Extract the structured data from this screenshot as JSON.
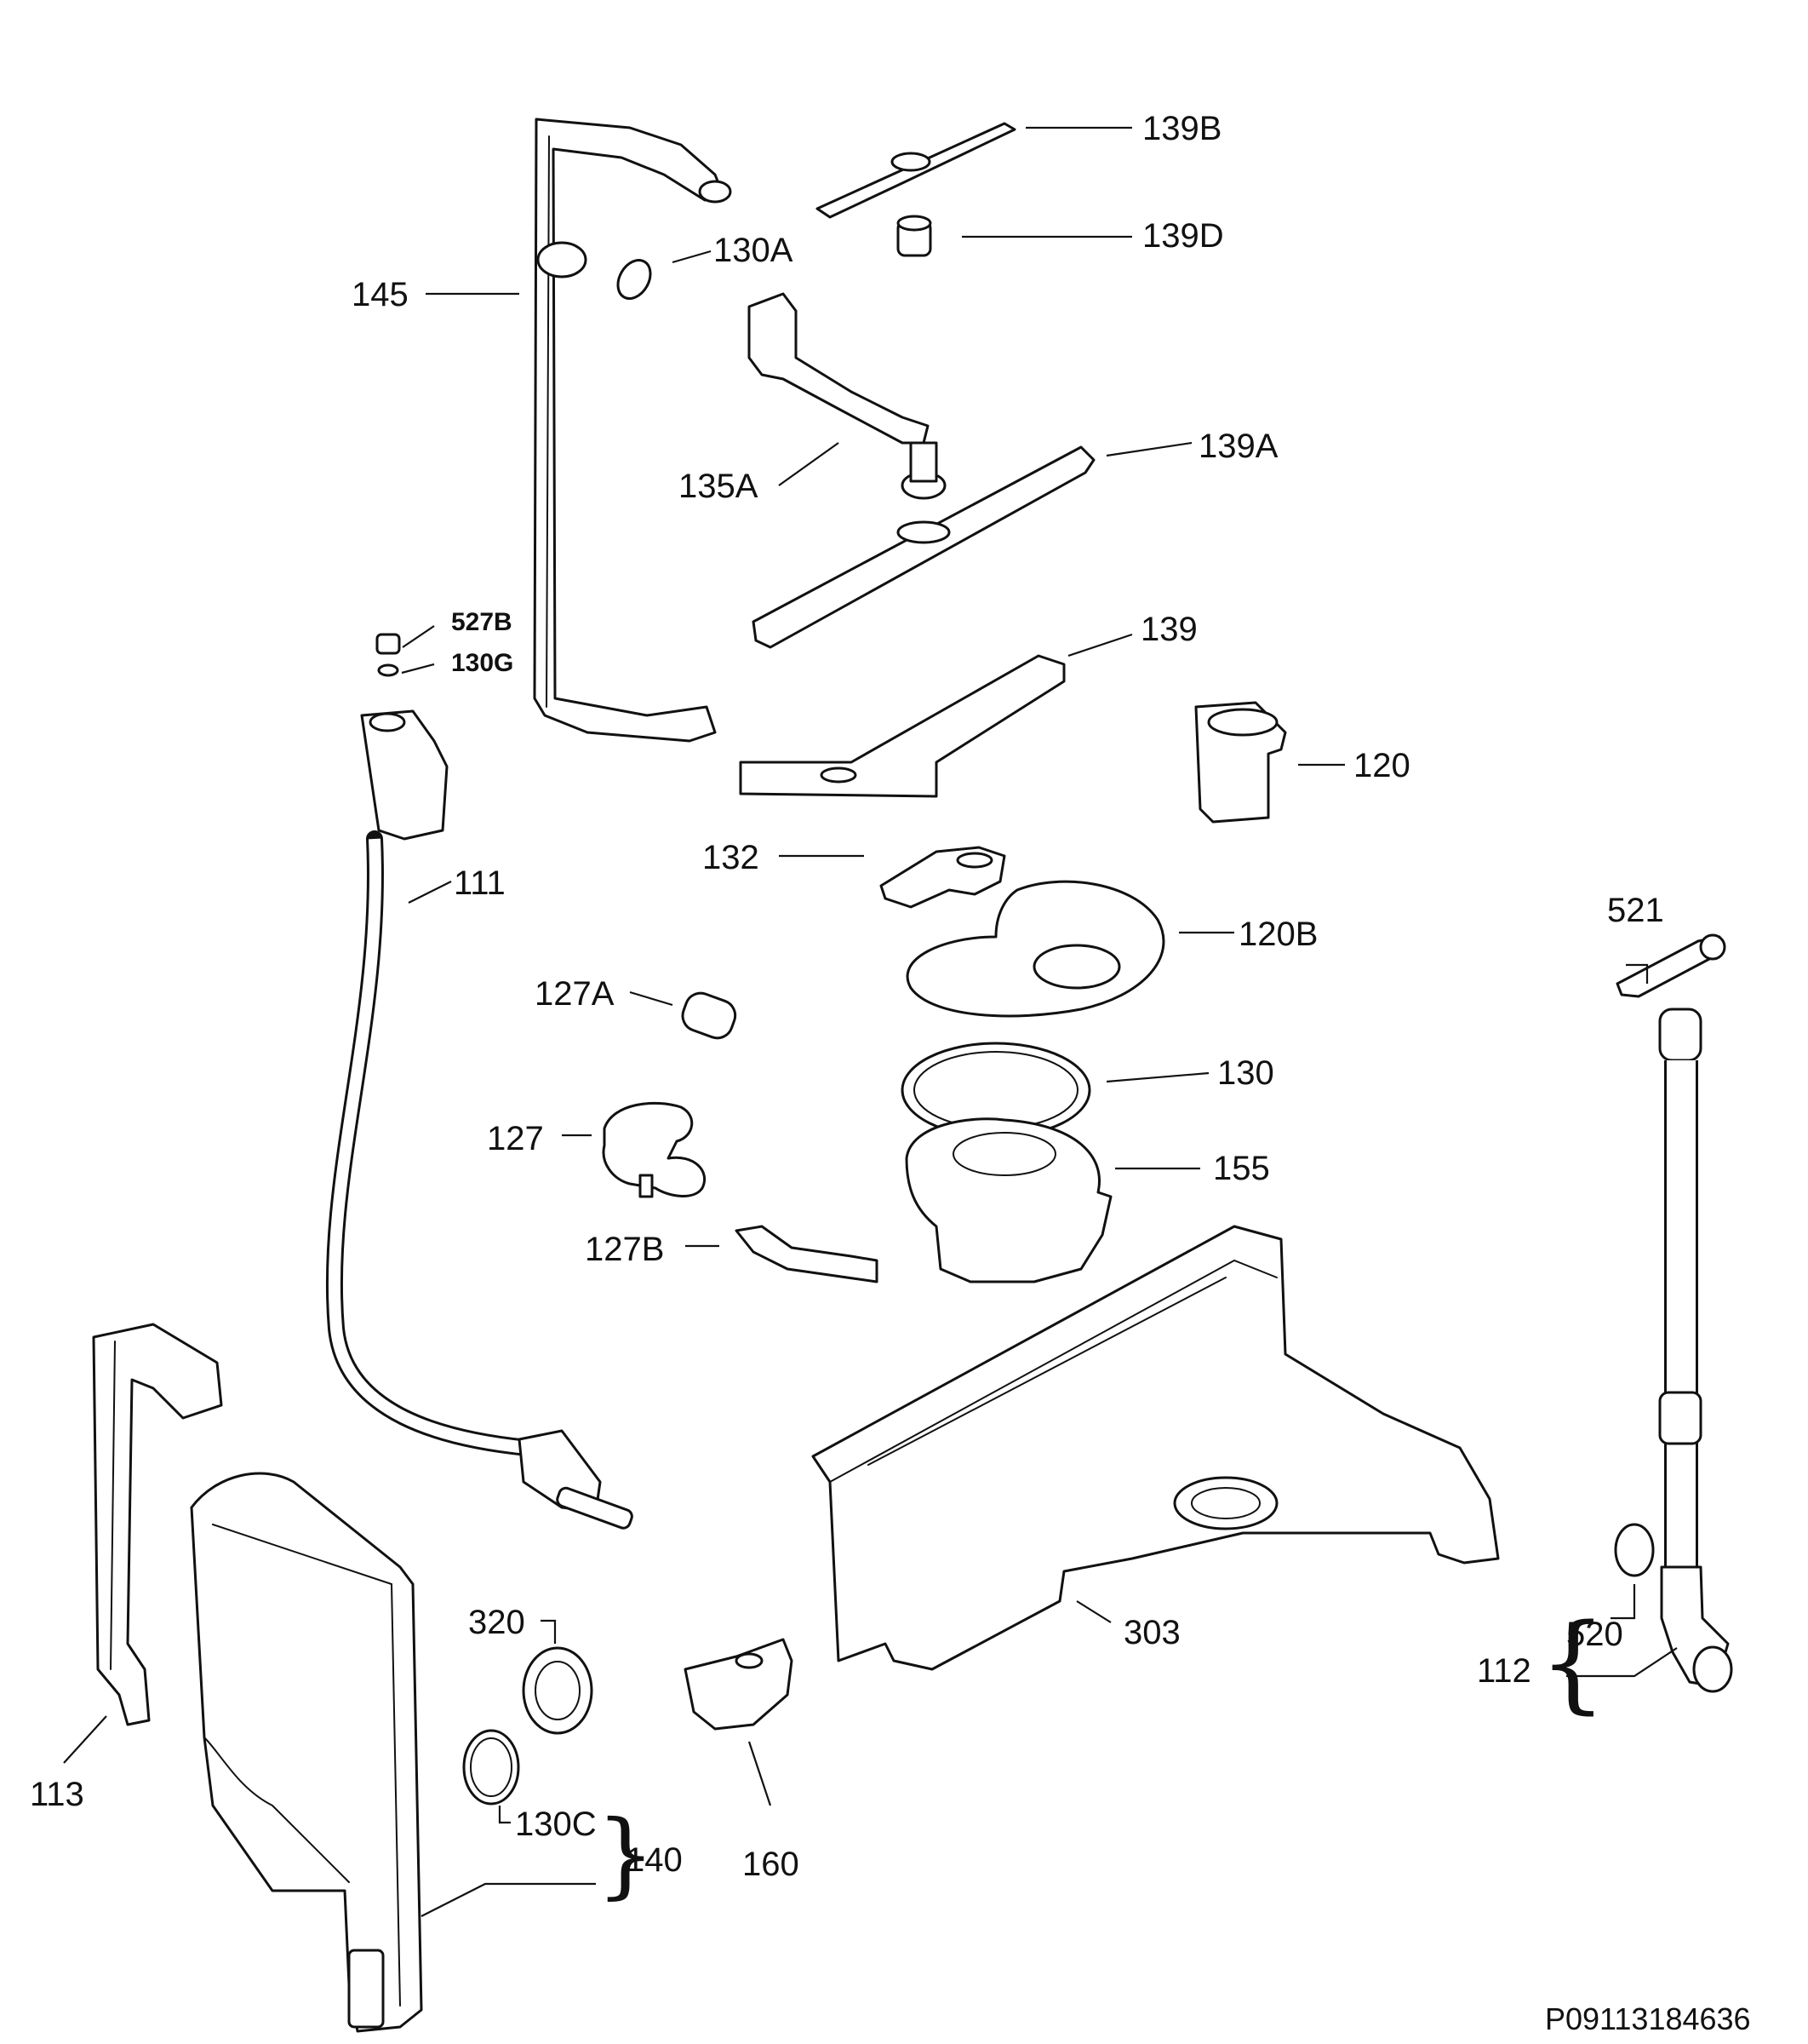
{
  "labels": {
    "p139B": "139B",
    "p139D": "139D",
    "p130A": "130A",
    "p145": "145",
    "p135A": "135A",
    "p139A": "139A",
    "p527B": "527B",
    "p130G": "130G",
    "p139": "139",
    "p120": "120",
    "p111": "111",
    "p132": "132",
    "p521": "521",
    "p120B": "120B",
    "p127A": "127A",
    "p130": "130",
    "p127": "127",
    "p155": "155",
    "p127B": "127B",
    "p303": "303",
    "p320": "320",
    "p520": "520",
    "p112": "112",
    "p113": "113",
    "p130C": "130C",
    "p140": "140",
    "p160": "160"
  },
  "diagram_code": "P09113184636"
}
